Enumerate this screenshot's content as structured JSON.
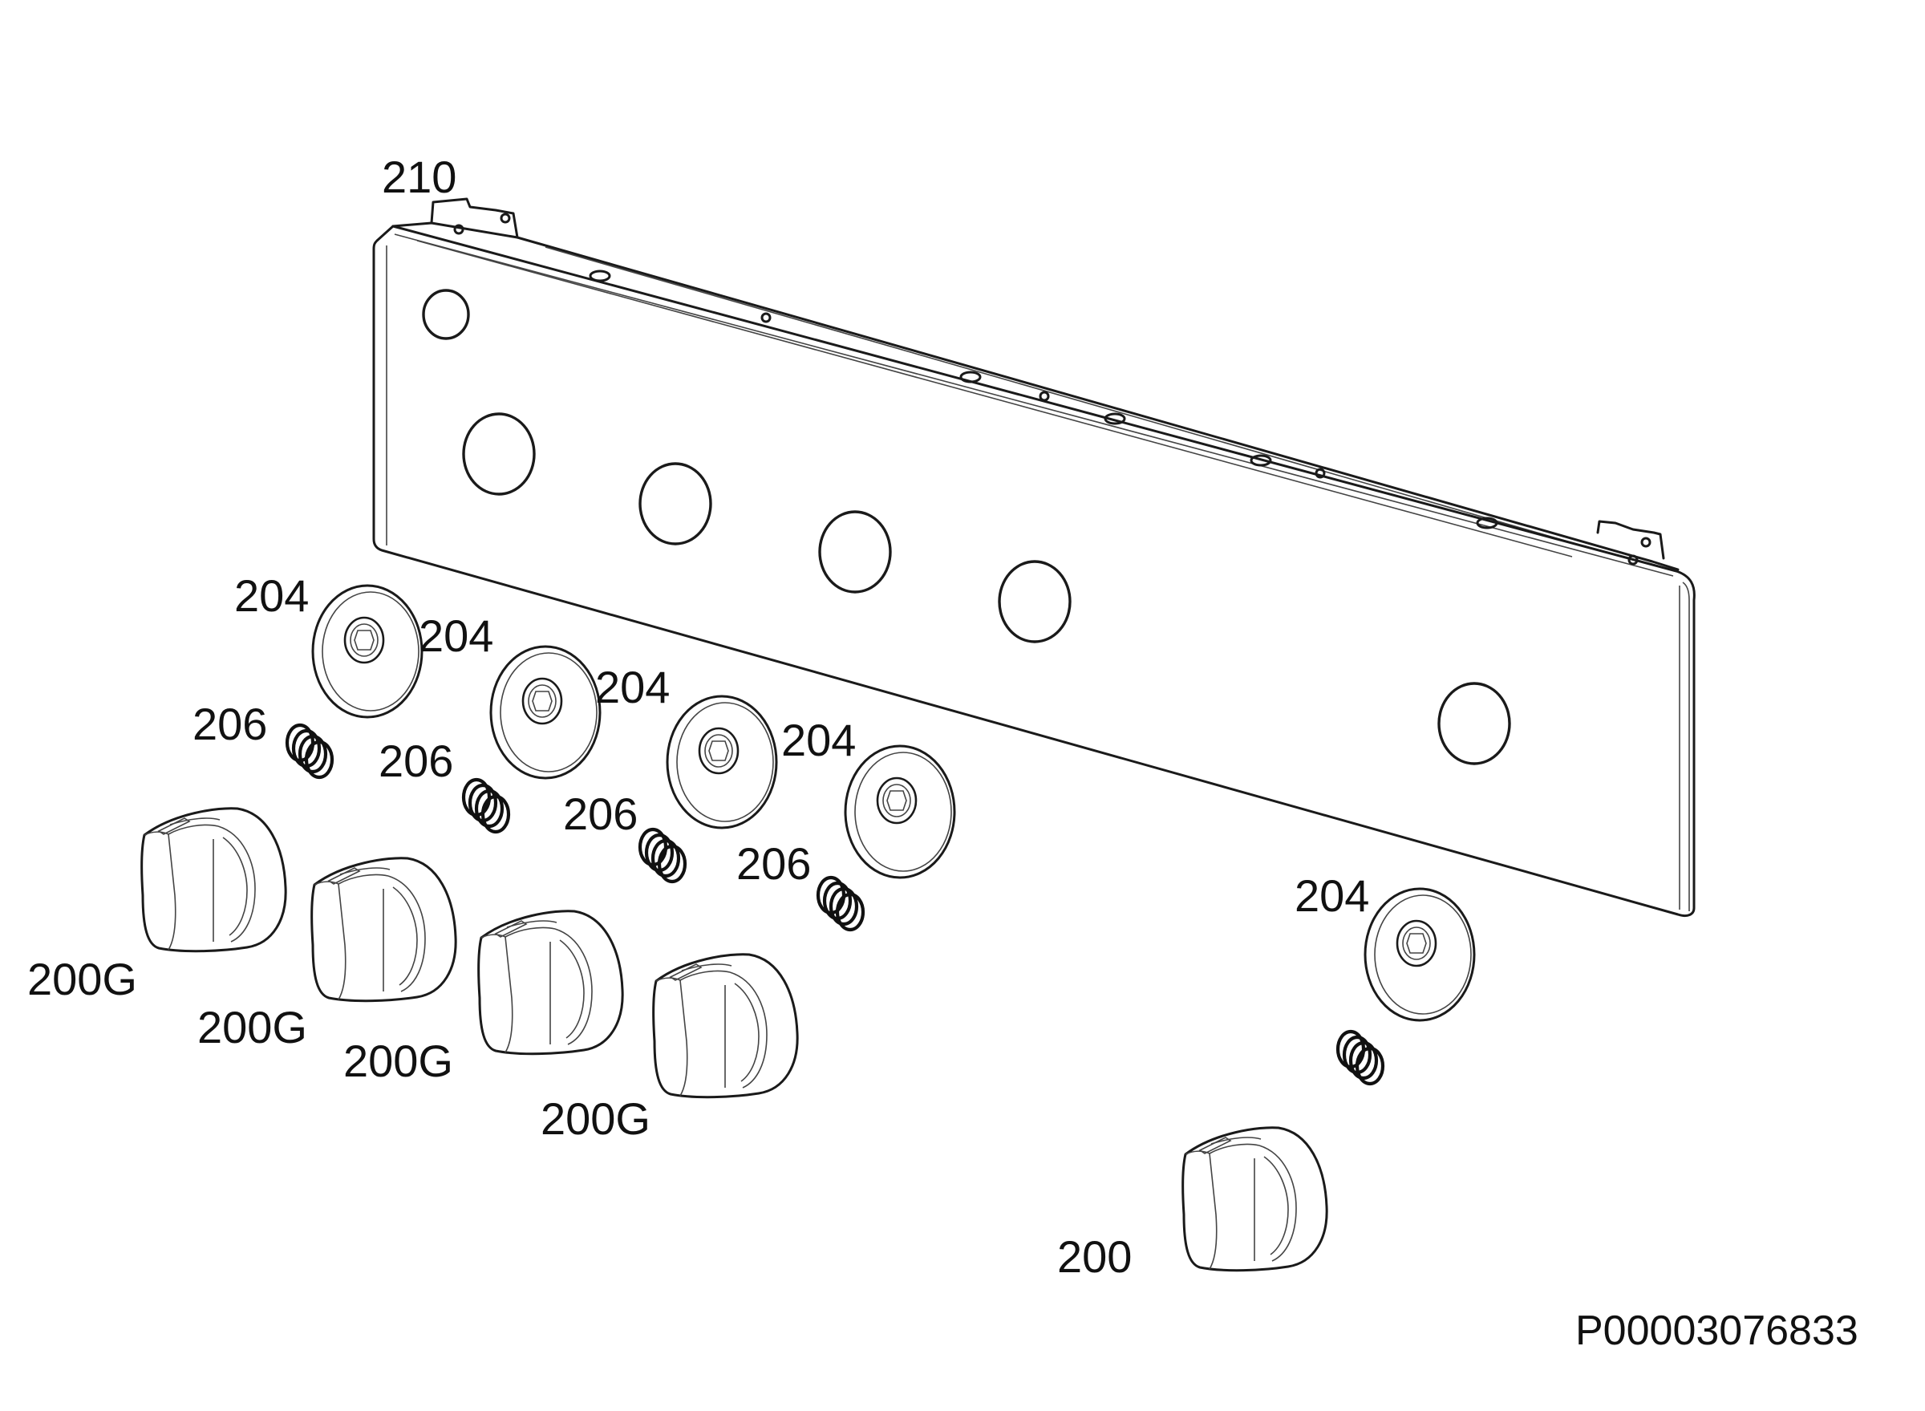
{
  "diagram": {
    "reference_code": "P00003076833",
    "labels": {
      "panel": "210",
      "bezel": "204",
      "spring": "206",
      "knob_g": "200G",
      "knob": "200"
    }
  }
}
